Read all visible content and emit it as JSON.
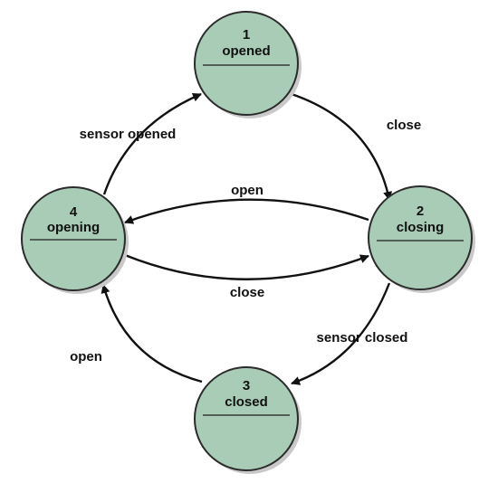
{
  "states": {
    "opened": {
      "number": "1",
      "name": "opened"
    },
    "closing": {
      "number": "2",
      "name": "closing"
    },
    "closed": {
      "number": "3",
      "name": "closed"
    },
    "opening": {
      "number": "4",
      "name": "opening"
    }
  },
  "transitions": {
    "opened_to_closing": "close",
    "closing_to_opening": "open",
    "opening_to_closing": "close",
    "closing_to_closed": "sensor closed",
    "closed_to_opening": "open",
    "opening_to_opened": "sensor opened"
  },
  "colors": {
    "state_fill": "#a9ccb7",
    "outline": "#2b2b2b"
  }
}
